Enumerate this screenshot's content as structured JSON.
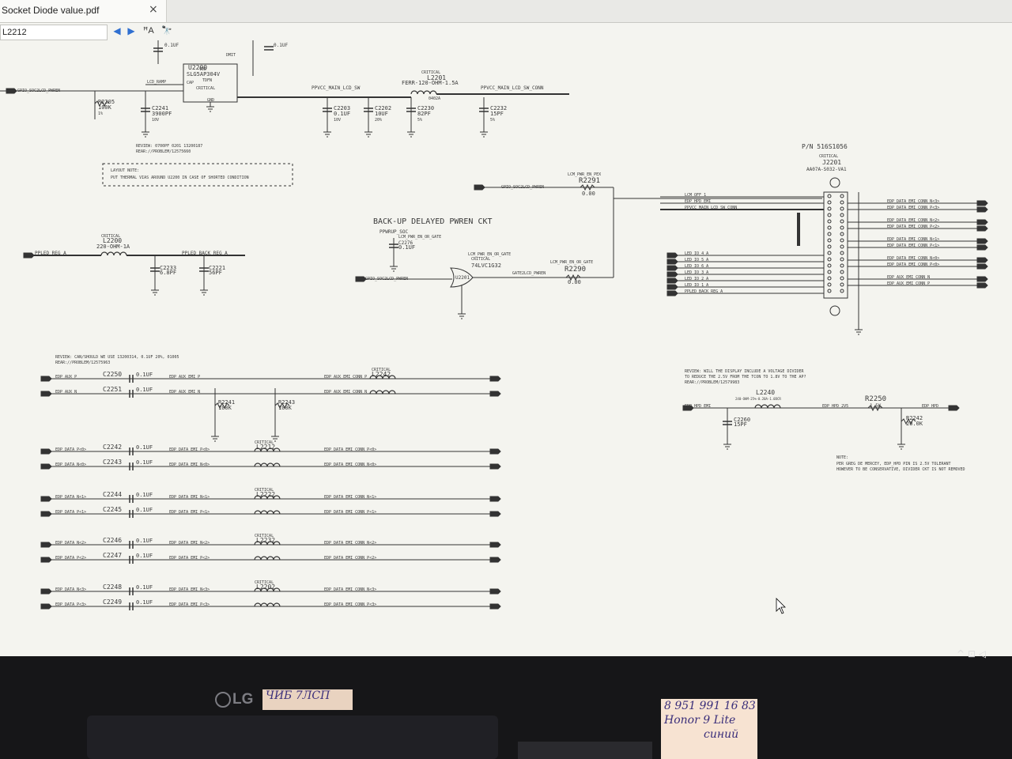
{
  "viewer": {
    "tab_title": "Socket Diode value.pdf",
    "tab_close": "×",
    "search_value": "L2212",
    "prev_label": "◀",
    "next_label": "▶",
    "aa_label": "ꟸA",
    "find_label": "🔭"
  },
  "schematic": {
    "section_title": "BACK-UP DELAYED PWREN CKT",
    "connector": {
      "pn": "P/N 516S1056",
      "critical": "CRITICAL",
      "ref": "J2201",
      "part": "AA07A-S032-VA1"
    },
    "u2200": {
      "ref": "U2200",
      "part": "SLG5AP304V",
      "pkg": "TDFN",
      "crit": "CRITICAL",
      "vdd": "VDD",
      "dmit": "DMIT",
      "cap": "CAP",
      "gnd": "GND"
    },
    "u2201": {
      "ref": "U2201",
      "crit": "CRITICAL",
      "part": "74LVC1G32"
    },
    "layout_note": [
      "LAYOUT NOTE:",
      "PUT THERMAL VIAS AROUND U2200 IN CASE OF SHORTED CONDITION"
    ],
    "review1": [
      "REVIEW: 0700PF 0201 13200187",
      "REAR://PROBLEM/12575660"
    ],
    "review2": [
      "REVIEW: CAN/SHOULD WE USE 13200314, 0.1UF 20%, 01005",
      "REAR://PROBLEM/12575963"
    ],
    "review3": [
      "REVIEW: WILL THE DISPLAY INCLUDE A VOLTAGE DIVIDER",
      "TO REDUCE THE 2.5V FROM THE TCON TO 1.8V TO THE AP?",
      "REAR://PROBLEM/12579983"
    ],
    "note3": [
      "NOTE:",
      "PER GREG DE MERCEY, EDP_HPD PIN IS 2.5V TOLERANT",
      "HOWEVER TO BE CONSERVATIVE, DIVIDER CKT IS NOT REMOVED"
    ],
    "nets_top": [
      "GPIO_SOC2LCD_PWREN",
      "LCD_RAMP",
      "PPVCC_MAIN_LCD_SW",
      "PPVCC_MAIN_LCD_SW_CONN",
      "FERR-120-OHM-1.5A",
      "0402A"
    ],
    "l2201": {
      "crit": "CRITICAL",
      "ref": "L2201"
    },
    "caps_top": [
      {
        "ref": "C2241",
        "val": "3900PF",
        "v": "10V"
      },
      {
        "ref": "C2203",
        "val": "0.1UF",
        "v": "10V"
      },
      {
        "ref": "C2202",
        "val": "10UF",
        "v": "20%"
      },
      {
        "ref": "C2230",
        "val": "82PF",
        "v": "5%"
      },
      {
        "ref": "C2232",
        "val": "15PF",
        "v": "5%"
      }
    ],
    "r2205": {
      "ref": "R2205",
      "val": "100K",
      "tol": "1%"
    },
    "cap_top_u": {
      "val": "0.1UF"
    },
    "cap_top_r": {
      "val": "0.1UF"
    },
    "r2291": {
      "net": "LCM_PWR_EN_PEX",
      "ref": "R2291",
      "val": "0.00"
    },
    "gpio_pwren": "GPIO_SOC2LCD_PWREN",
    "pwrdn_soc": "PPWRUP_SOC",
    "lcm_pwr_en_gate": "LCM_PWR_EN_OR_GATE",
    "c2276": {
      "ref": "C2276",
      "val": "0.1UF"
    },
    "r2290": {
      "net": "LCM_PWR_EN_OR_GATE",
      "ref": "R2290",
      "val": "0.00"
    },
    "gate2lcd": "GATE2LCD_PWREN",
    "l2200": {
      "crit": "CRITICAL",
      "ref": "L2200",
      "val": "220-OHM-1A"
    },
    "pp_led_left": "PPLED_REG_A",
    "pp_led_right": "PPLED_BACK_REG_A",
    "c2233": {
      "ref": "C2233",
      "val": "6.8PF"
    },
    "c2221": {
      "ref": "C2221",
      "val": "56PF"
    },
    "conn_left": [
      "LCM_OFF_1",
      "EDP_HPD_EMI",
      "PPVCC_MAIN_LCD_SW_CONN",
      "LED_IO_4_A",
      "LED_IO_5_A",
      "LED_IO_6_A",
      "LED_IO_3_A",
      "LED_IO_2_A",
      "LED_IO_1_A",
      "PPLED_BACK_REG_A"
    ],
    "conn_right": [
      "EDP_DATA_EMI_CONN_N<3>",
      "EDP_DATA_EMI_CONN_P<3>",
      "EDP_DATA_EMI_CONN_N<2>",
      "EDP_DATA_EMI_CONN_P<2>",
      "EDP_DATA_EMI_CONN_N<1>",
      "EDP_DATA_EMI_CONN_P<1>",
      "EDP_DATA_EMI_CONN_N<0>",
      "EDP_DATA_EMI_CONN_P<0>",
      "EDP_AUX_EMI_CONN_N",
      "EDP_AUX_EMI_CONN_P"
    ],
    "aux_rows": [
      {
        "in": "EDP_AUX_P",
        "cap": "C2250",
        "val": "0.1UF",
        "mid": "EDP_AUX_EMI_P",
        "out": "EDP_AUX_EMI_CONN_P"
      },
      {
        "in": "EDP_AUX_N",
        "cap": "C2251",
        "val": "0.1UF",
        "mid": "EDP_AUX_EMI_N",
        "out": "EDP_AUX_EMI_CONN_N"
      }
    ],
    "l2242": {
      "crit": "CRITICAL",
      "ref": "L2242"
    },
    "r2241": {
      "ref": "R2241",
      "val": "100K"
    },
    "r2243": {
      "ref": "R2243",
      "val": "100K"
    },
    "data_groups": [
      {
        "crit": "CRITICAL",
        "ref": "L2212",
        "rows": [
          {
            "in": "EDP_DATA_P<0>",
            "cap": "C2242",
            "val": "0.1UF",
            "mid": "EDP_DATA_EMI_P<0>",
            "out": "EDP_DATA_EMI_CONN_P<0>"
          },
          {
            "in": "EDP_DATA_N<0>",
            "cap": "C2243",
            "val": "0.1UF",
            "mid": "EDP_DATA_EMI_N<0>",
            "out": "EDP_DATA_EMI_CONN_N<0>"
          }
        ]
      },
      {
        "crit": "CRITICAL",
        "ref": "L2222",
        "rows": [
          {
            "in": "EDP_DATA_N<1>",
            "cap": "C2244",
            "val": "0.1UF",
            "mid": "EDP_DATA_EMI_N<1>",
            "out": "EDP_DATA_EMI_CONN_N<1>"
          },
          {
            "in": "EDP_DATA_P<1>",
            "cap": "C2245",
            "val": "0.1UF",
            "mid": "EDP_DATA_EMI_P<1>",
            "out": "EDP_DATA_EMI_CONN_P<1>"
          }
        ]
      },
      {
        "crit": "CRITICAL",
        "ref": "L2232",
        "rows": [
          {
            "in": "EDP_DATA_N<2>",
            "cap": "C2246",
            "val": "0.1UF",
            "mid": "EDP_DATA_EMI_N<2>",
            "out": "EDP_DATA_EMI_CONN_N<2>"
          },
          {
            "in": "EDP_DATA_P<2>",
            "cap": "C2247",
            "val": "0.1UF",
            "mid": "EDP_DATA_EMI_P<2>",
            "out": "EDP_DATA_EMI_CONN_P<2>"
          }
        ]
      },
      {
        "crit": "CRITICAL",
        "ref": "L2202",
        "rows": [
          {
            "in": "EDP_DATA_N<3>",
            "cap": "C2248",
            "val": "0.1UF",
            "mid": "EDP_DATA_EMI_N<3>",
            "out": "EDP_DATA_EMI_CONN_N<3>"
          },
          {
            "in": "EDP_DATA_P<3>",
            "cap": "C2249",
            "val": "0.1UF",
            "mid": "EDP_DATA_EMI_P<3>",
            "out": "EDP_DATA_EMI_CONN_P<3>"
          }
        ]
      }
    ],
    "hpd": {
      "l_ref": "L2240",
      "l_val": "240-OHM-25%-0.20A-1.0DCR",
      "r_ref": "R2250",
      "r_val": "1.5K",
      "c_ref": "C2260",
      "c_val": "15PF",
      "r2_ref": "R2242",
      "r2_val": "20.0K",
      "net_in": "EDP_HPD_EMI",
      "net_mid": "EDP_HPD_2V5",
      "net_out": "EDP_HPD"
    }
  },
  "desk": {
    "brand": "LG",
    "sticky_left": "ЧИБ 7ЛСП",
    "sticky_right": [
      "8 951 991 16 83",
      "Honor 9 Lite",
      "синий"
    ],
    "tray": "^ ⊡ ◁"
  }
}
